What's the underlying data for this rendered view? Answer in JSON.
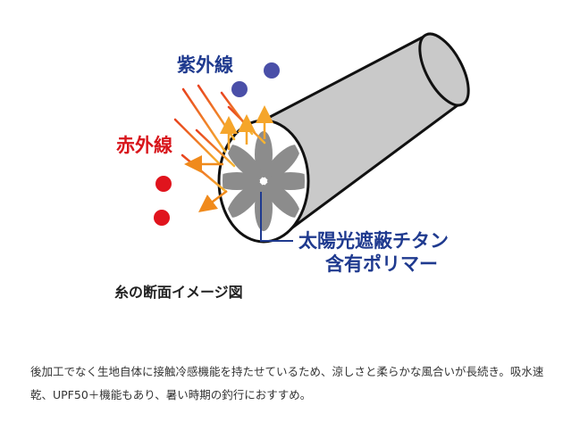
{
  "diagram": {
    "uv_label": "紫外線",
    "ir_label": "赤外線",
    "material_label_line1": "太陽光遮蔽チタン",
    "material_label_line2": "含有ポリマー",
    "caption": "糸の断面イメージ図",
    "colors": {
      "uv": "#1f3a8f",
      "uv_dot": "#4a4fa8",
      "ir": "#d8151b",
      "ir_dot": "#e0141d",
      "material": "#1f3a8f",
      "cylinder": "#c9c9c9",
      "cross_section": "#8c8c8c",
      "arrow": "#f08a1c"
    }
  },
  "description": {
    "line1": "後加工でなく生地自体に接触冷感機能を持たせているため、涼しさと柔らかな風合いが長続き。吸水速",
    "line2": "乾、UPF50＋機能もあり、暑い時期の釣行におすすめ。"
  }
}
